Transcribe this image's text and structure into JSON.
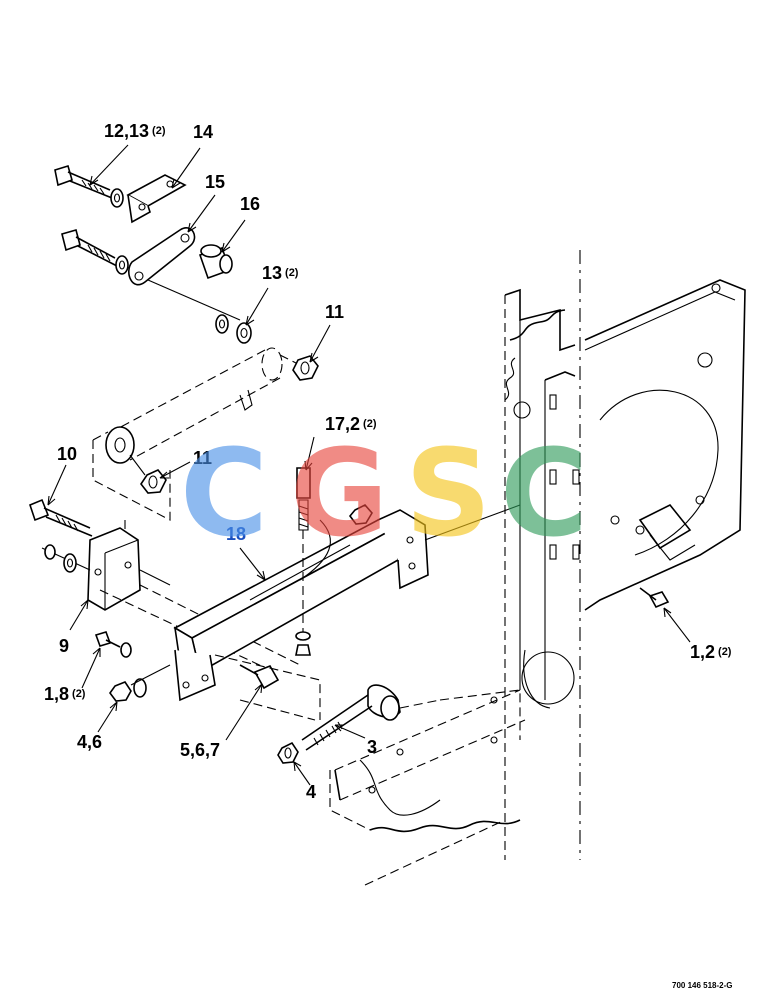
{
  "callouts": [
    {
      "text": "12,13",
      "sup": "(2)"
    },
    {
      "text": "14"
    },
    {
      "text": "15"
    },
    {
      "text": "16"
    },
    {
      "text": "13",
      "sup": "(2)"
    },
    {
      "text": "11"
    },
    {
      "text": "17,2",
      "sup": "(2)"
    },
    {
      "text": "10"
    },
    {
      "text": "11"
    },
    {
      "text": "18"
    },
    {
      "text": "9"
    },
    {
      "text": "1,8",
      "sup": "(2)"
    },
    {
      "text": "4,6"
    },
    {
      "text": "5,6,7"
    },
    {
      "text": "3"
    },
    {
      "text": "4"
    },
    {
      "text": "1,2",
      "sup": "(2)"
    }
  ],
  "watermark": {
    "letters": [
      "C",
      "G",
      "S",
      "C"
    ],
    "colors": [
      "#4a90e8",
      "#e8453c",
      "#f5c518",
      "#2e9b5a"
    ]
  },
  "highlight_color": "#1a4fbf",
  "drawing_number": "700 146 518-2-G"
}
